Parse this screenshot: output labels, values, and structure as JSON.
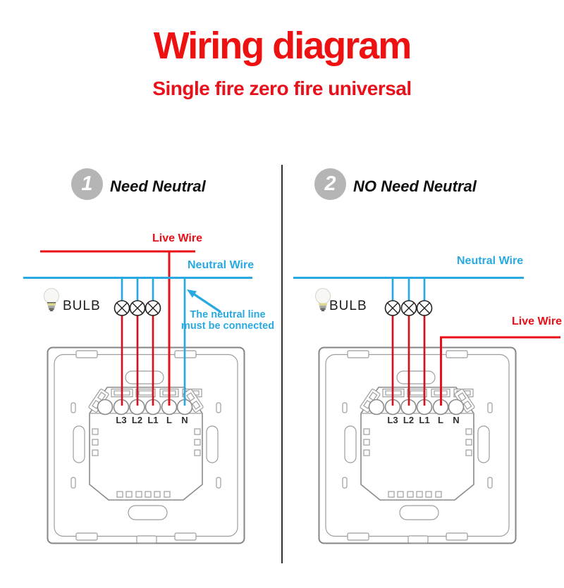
{
  "title": "Wiring diagram",
  "subtitle": "Single fire zero fire universal",
  "colors": {
    "accent_red": "#ea0f17",
    "accent_blue": "#29a9e1",
    "step_circle_gray": "#b5b5b5",
    "panel_outline_gray": "#8c8c8c"
  },
  "sections": {
    "left": {
      "step_number": "1",
      "heading": "Need Neutral",
      "live_wire_label": "Live Wire",
      "neutral_wire_label": "Neutral Wire",
      "bulb_label": "BULB",
      "note_line1": "The neutral line",
      "note_line2": "must be connected"
    },
    "right": {
      "step_number": "2",
      "heading": "NO Need Neutral",
      "neutral_wire_label": "Neutral Wire",
      "live_wire_label": "Live Wire",
      "bulb_label": "BULB"
    }
  },
  "panel": {
    "terminals": [
      "L3",
      "L2",
      "L1",
      "L",
      "N"
    ]
  }
}
